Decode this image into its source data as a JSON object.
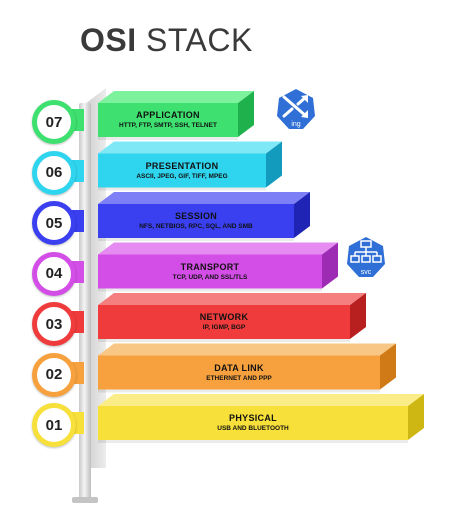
{
  "title": {
    "strong": "OSI",
    "light": " STACK"
  },
  "layers": [
    {
      "number": "07",
      "name": "APPLICATION",
      "protocols": "HTTP, FTP, SMTP, SSH, TELNET",
      "color": "#3ee070",
      "dark": "#1fb14c",
      "top": "#7cf29c"
    },
    {
      "number": "06",
      "name": "PRESENTATION",
      "protocols": "ASCII, JPEG, GIF, TIFF, MPEG",
      "color": "#2fd4ee",
      "dark": "#139bbd",
      "top": "#7fe8f7"
    },
    {
      "number": "05",
      "name": "SESSION",
      "protocols": "NFS, NETBIOS, RPC, SQL, AND SMB",
      "color": "#3a3ff0",
      "dark": "#2024b5",
      "top": "#7c7ff6"
    },
    {
      "number": "04",
      "name": "TRANSPORT",
      "protocols": "TCP, UDP, AND SSL/TLS",
      "color": "#d34ee6",
      "dark": "#9e2bb3",
      "top": "#e68bf2"
    },
    {
      "number": "03",
      "name": "NETWORK",
      "protocols": "IP, IGMP, BGP",
      "color": "#ef3b3b",
      "dark": "#b82020",
      "top": "#f57f7f"
    },
    {
      "number": "02",
      "name": "DATA LINK",
      "protocols": "ETHERNET AND PPP",
      "color": "#f6a13e",
      "dark": "#cf7a16",
      "top": "#f9c785"
    },
    {
      "number": "01",
      "name": "PHYSICAL",
      "protocols": "USB AND BLUETOOTH",
      "color": "#f7e03a",
      "dark": "#cfb713",
      "top": "#faed88"
    }
  ],
  "icons": {
    "ing": {
      "label": "ing",
      "icon": "shuffle-icon",
      "color": "#2f6fd6"
    },
    "svc": {
      "label": "svc",
      "icon": "hierarchy-icon",
      "color": "#2f6fd6"
    }
  }
}
